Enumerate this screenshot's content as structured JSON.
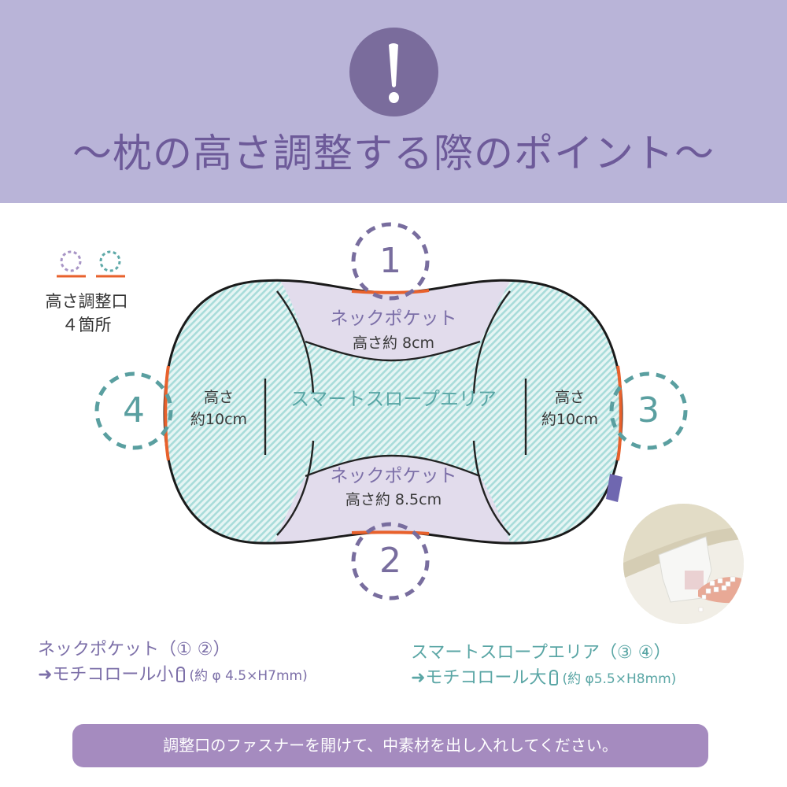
{
  "header": {
    "icon": "exclamation-icon",
    "title": "〜枕の高さ調整する際のポイント〜",
    "colors": {
      "background": "#b9b4d8",
      "title": "#6d5a99",
      "icon_circle": "#7a6c9c"
    }
  },
  "legend": {
    "icons": [
      "dashed-circle-purple",
      "dashed-circle-teal"
    ],
    "line1": "高さ調整口",
    "line2": "４箇所"
  },
  "diagram": {
    "neck_pocket_top": {
      "title": "ネックポケット",
      "height": "高さ約 8cm"
    },
    "neck_pocket_bottom": {
      "title": "ネックポケット",
      "height": "高さ約 8.5cm"
    },
    "smart_slope": {
      "title": "スマートスロープエリア"
    },
    "left_side": {
      "line1": "高さ",
      "line2": "約10cm"
    },
    "right_side": {
      "line1": "高さ",
      "line2": "約10cm"
    },
    "markers": [
      {
        "number": "1",
        "color": "#786d9e"
      },
      {
        "number": "2",
        "color": "#786d9e"
      },
      {
        "number": "3",
        "color": "#5a9fa0"
      },
      {
        "number": "4",
        "color": "#5a9fa0"
      }
    ],
    "colors": {
      "opening": "#e8612c",
      "outline": "#1a1a1a",
      "neck_fill": "#e2dcec",
      "stripe": "#a8dcda"
    }
  },
  "photo": {
    "description": "hand pouring filling from mesh bag into pillow"
  },
  "info": {
    "neck": {
      "title": "ネックポケット（① ②）",
      "line2_prefix": "➜モチコロール小",
      "line2_spec": "(約 φ 4.5×H7mm)"
    },
    "slope": {
      "title": "スマートスロープエリア（③ ④）",
      "line2_prefix": "➜モチコロール大",
      "line2_spec": "(約 φ5.5×H8mm)"
    }
  },
  "banner": {
    "text": "調整口のファスナーを開けて、中素材を出し入れしてください。",
    "color": "#a58bbf"
  }
}
